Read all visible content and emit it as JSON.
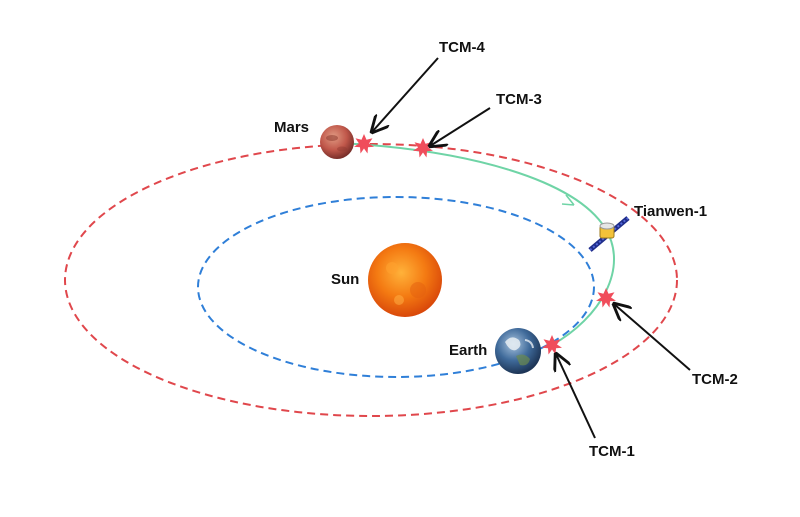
{
  "labels": {
    "mars": "Mars",
    "sun": "Sun",
    "earth": "Earth",
    "spacecraft": "Tianwen-1",
    "tcm1": "TCM-1",
    "tcm2": "TCM-2",
    "tcm3": "TCM-3",
    "tcm4": "TCM-4"
  },
  "colors": {
    "mars_orbit": "#e0474c",
    "earth_orbit": "#2f7fd8",
    "transfer_path": "#6fd4a6",
    "tcm_burst": "#f04d5b",
    "arrow": "#111111",
    "sun": "#f47a12",
    "mars": "#c0574a",
    "earth": "#3f6a9a"
  },
  "icons": {
    "sun": "sun-icon",
    "mars": "mars-planet-icon",
    "earth": "earth-planet-icon",
    "spacecraft": "spacecraft-icon",
    "tcm": "burst-star-icon"
  }
}
